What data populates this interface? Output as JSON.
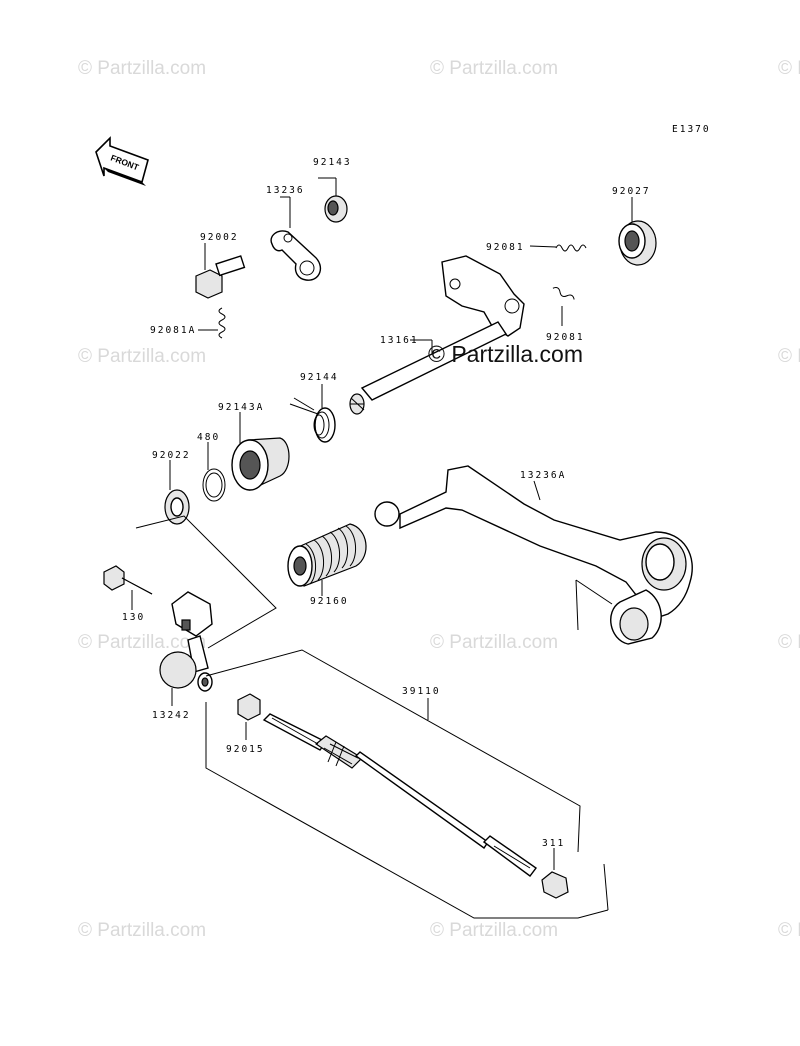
{
  "diagram": {
    "ref_code": "E1370",
    "front_label": "FRONT",
    "watermark": {
      "text": "© Partzilla.com",
      "center_text": "© Partzilla.com"
    },
    "part_labels": {
      "p92143": "92143",
      "p13236": "13236",
      "p92027": "92027",
      "p92002": "92002",
      "p92081_top": "92081",
      "p92081_right": "92081",
      "p92081A": "92081A",
      "p13161": "13161",
      "p92144": "92144",
      "p92143A": "92143A",
      "p480": "480",
      "p92022": "92022",
      "p13236A": "13236A",
      "p130": "130",
      "p92160": "92160",
      "p13242": "13242",
      "p39110": "39110",
      "p92015": "92015",
      "p311": "311"
    }
  }
}
